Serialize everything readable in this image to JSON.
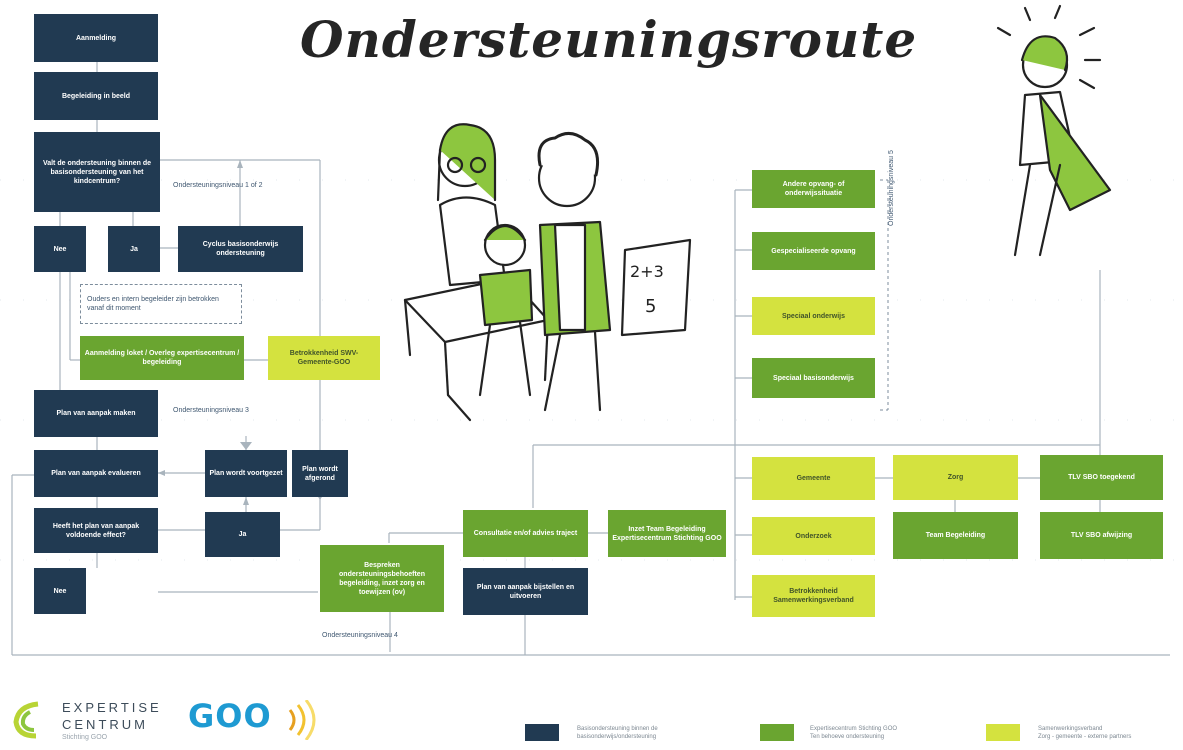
{
  "title": "Ondersteuningsroute",
  "colors": {
    "navy": "#213a52",
    "green": "#6aa530",
    "lime": "#d4e23f",
    "line": "#a9b4bd"
  },
  "boxes": {
    "aanmelding": "Aanmelding",
    "begeleiding": "Begeleiding in beeld",
    "vraag": "Valt de ondersteuning binnen de basisondersteuning van het kindcentrum?",
    "nee1": "Nee",
    "ja1": "Ja",
    "cyclus": "Cyclus basisonderwijs ondersteuning",
    "aanmelding_loket": "Aanmelding loket / Overleg expertisecentrum / begeleiding",
    "betrokkenheid_swv": "Betrokkenheid SWV-Gemeente-GOO",
    "plan_maken": "Plan van aanpak maken",
    "plan_evalueren": "Plan van aanpak evalueren",
    "plan_voortgezet": "Plan wordt voortgezet",
    "plan_afgerond": "Plan wordt afgerond",
    "heeft_plan": "Heeft het plan van aanpak voldoende effect?",
    "ja2": "Ja",
    "nee2": "Nee",
    "bespreken": "Bespreken ondersteuningsbehoeften begeleiding, inzet zorg en toewijzen (ov)",
    "consultatie": "Consultatie en/of advies traject",
    "inzet_team": "Inzet Team Begeleiding Expertisecentrum Stichting GOO",
    "plan_bijstellen": "Plan van aanpak bijstellen en uitvoeren",
    "andere_opvang": "Andere opvang- of onderwijssituatie",
    "gespecialiseerde": "Gespecialiseerde opvang",
    "speciaal_onderwijs": "Speciaal onderwijs",
    "speciaal_basis": "Speciaal basisonderwijs",
    "gemeente": "Gemeente",
    "onderzoek": "Onderzoek",
    "betrokkenheid_samen": "Betrokkenheid Samenwerkingsverband",
    "zorg": "Zorg",
    "team_begeleiding": "Team Begeleiding",
    "tlv_toegekend": "TLV SBO toegekend",
    "tlv_afwijzing": "TLV SBO afwijzing"
  },
  "labels": {
    "niveau12": "Ondersteuningsniveau 1 of 2",
    "dashed_note": "Ouders en intern begeleider zijn betrokken vanaf dit moment",
    "niveau3": "Ondersteuningsniveau 3",
    "niveau4": "Ondersteuningsniveau 4",
    "niveau5": "Ondersteuningsniveau 5"
  },
  "logos": {
    "expertise_line1": "EXPERTISE",
    "expertise_line2": "CENTRUM",
    "expertise_sub": "Stichting GOO",
    "goo": "GOO"
  },
  "legend": [
    {
      "text1": "Basisondersteuning binnen de",
      "text2": "basisonderwijs/ondersteuning"
    },
    {
      "text1": "Expertisecentrum Stichting GOO",
      "text2": "Ten behoeve ondersteuning"
    },
    {
      "text1": "Samenwerkingsverband",
      "text2": "Zorg - gemeente - externe partners"
    }
  ],
  "illustration": {
    "sign_line1": "2+3",
    "sign_line2": "5"
  }
}
